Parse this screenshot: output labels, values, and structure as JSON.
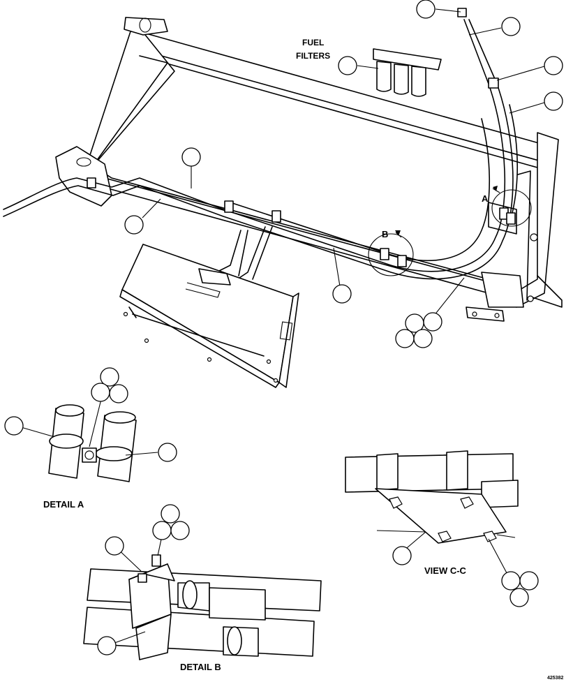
{
  "labels": {
    "fuel_filters_line1": "FUEL",
    "fuel_filters_line2": "FILTERS",
    "view_a_marker": "A",
    "view_b_marker": "B",
    "detail_a": "DETAIL A",
    "detail_b": "DETAIL B",
    "view_cc": "VIEW C-C",
    "figure_id": "425382"
  }
}
